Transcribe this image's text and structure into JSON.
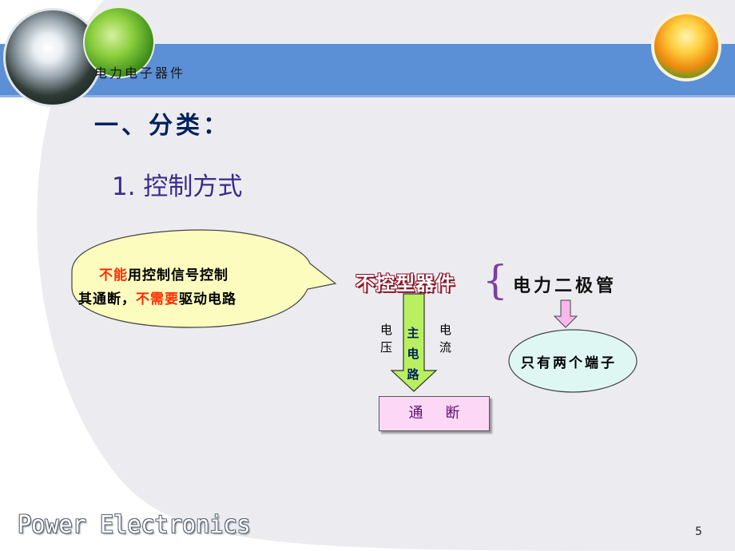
{
  "header": {
    "title": "电力电子器件"
  },
  "heading": "一、分类：",
  "subheading": "1. 控制方式",
  "bubble": {
    "line1": {
      "part1": "不能",
      "part2": "用控制信号控制"
    },
    "line2": {
      "part1": "其通断，",
      "part2": "不需要",
      "part3": "驱动电路"
    }
  },
  "uncontrolled_device": "不控型器件",
  "diode": "电力二极管",
  "main_circuit": [
    "主",
    "电",
    "路"
  ],
  "voltage_label": [
    "电",
    "压"
  ],
  "current_label": [
    "电",
    "流"
  ],
  "on_off": "通断",
  "terminals": "只有两个端子",
  "footer": "Power Electronics",
  "page_number": "5",
  "colors": {
    "band": "#5b8fd6",
    "heading": "#00205e",
    "subheading": "#3a2a8c",
    "bubble_fill": "#fdfcbf",
    "arrow_fill": "#b8f060",
    "onoff_fill": "#fdd8f6",
    "terminals_fill": "#dff7f3",
    "emphasis": "#ff2d00"
  }
}
